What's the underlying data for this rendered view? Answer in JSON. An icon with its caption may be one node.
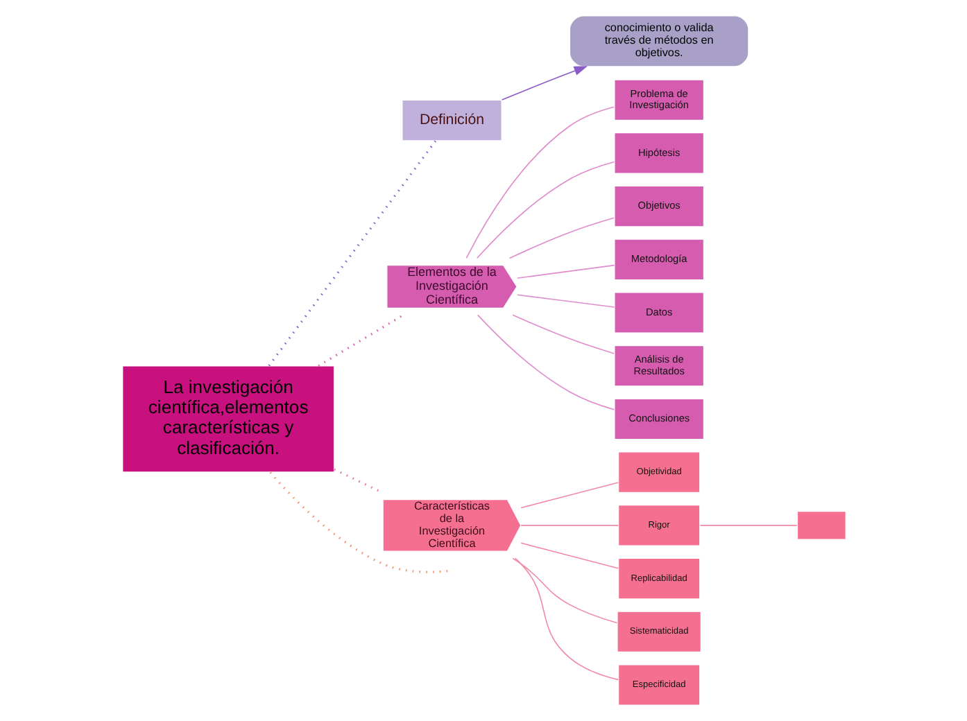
{
  "diagram": {
    "nodes": [
      {
        "text": [
          "La investigación científica,elementos características y clasificación."
        ]
      },
      {
        "text": [
          "Definición"
        ]
      },
      {
        "text": [
          "conocimiento o valida través de métodos en objetivos."
        ]
      },
      {
        "text": [
          "Elementos de la Investigación Científica"
        ]
      },
      {
        "text": [
          "Problema de Investigación"
        ]
      },
      {
        "text": [
          "Hipótesis"
        ]
      },
      {
        "text": [
          "Objetivos"
        ]
      },
      {
        "text": [
          "Metodología"
        ]
      },
      {
        "text": [
          "Datos"
        ]
      },
      {
        "text": [
          "Análisis de Resultados"
        ]
      },
      {
        "text": [
          "Conclusiones"
        ]
      },
      {
        "text": [
          "Características de la Investigación Científica"
        ]
      },
      {
        "text": [
          "Objetividad"
        ]
      },
      {
        "text": [
          "Rigor"
        ]
      },
      {
        "text": [
          "Replicabilidad"
        ]
      },
      {
        "text": [
          "Sistematicidad"
        ]
      },
      {
        "text": [
          "Especificidad"
        ]
      },
      {
        "text": [],
        "shape": "box"
      }
    ],
    "edges": [
      {
        "from": 0,
        "to": 1,
        "arrow": "none",
        "style": "dashed",
        "color": "#8a5cc8"
      },
      {
        "from": 1,
        "to": 2,
        "arrow": "to",
        "color": "#8a5cc8"
      },
      {
        "from": 0,
        "to": 3,
        "arrow": "none",
        "style": "dashed",
        "color": "#d65cb0"
      },
      {
        "from": 3,
        "to": 4,
        "arrow": "none",
        "color": "#e08ccc"
      },
      {
        "from": 3,
        "to": 5,
        "arrow": "none",
        "color": "#e08ccc"
      },
      {
        "from": 3,
        "to": 6,
        "arrow": "none",
        "color": "#e08ccc"
      },
      {
        "from": 3,
        "to": 7,
        "arrow": "none",
        "color": "#e08ccc"
      },
      {
        "from": 3,
        "to": 8,
        "arrow": "none",
        "color": "#e08ccc"
      },
      {
        "from": 3,
        "to": 9,
        "arrow": "none",
        "color": "#e08ccc"
      },
      {
        "from": 3,
        "to": 10,
        "arrow": "none",
        "color": "#e08ccc"
      },
      {
        "from": 0,
        "to": 11,
        "arrow": "none",
        "style": "dashed",
        "color": "#f07090"
      },
      {
        "from": 11,
        "to": 12,
        "arrow": "none",
        "color": "#f08aa5"
      },
      {
        "from": 11,
        "to": 13,
        "arrow": "none",
        "color": "#f08aa5"
      },
      {
        "from": 11,
        "to": 14,
        "arrow": "none",
        "color": "#f08aa5"
      },
      {
        "from": 11,
        "to": 15,
        "arrow": "none",
        "color": "#f08aa5"
      },
      {
        "from": 11,
        "to": 16,
        "arrow": "none",
        "color": "#f08aa5"
      },
      {
        "from": 13,
        "to": 17,
        "arrow": "none",
        "color": "#f08aa5"
      },
      {
        "from": 0,
        "to": null,
        "arrow": "none",
        "style": "dashed",
        "color": "#f5906a"
      }
    ]
  }
}
